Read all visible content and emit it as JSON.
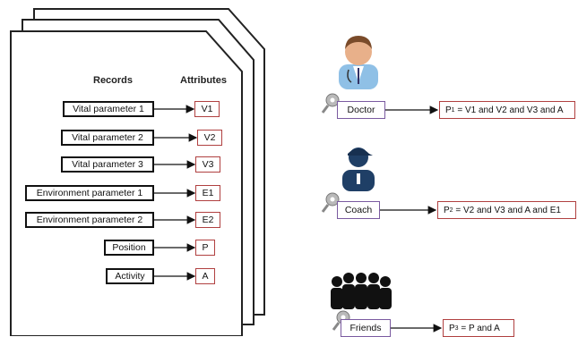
{
  "headers": {
    "records": "Records",
    "attributes": "Attributes"
  },
  "records": [
    {
      "label": "Vital parameter 1",
      "attr": "V1"
    },
    {
      "label": "Vital parameter 2",
      "attr": "V2"
    },
    {
      "label": "Vital parameter 3",
      "attr": "V3"
    },
    {
      "label": "Environment parameter 1",
      "attr": "E1"
    },
    {
      "label": "Environment parameter 2",
      "attr": "E2"
    },
    {
      "label": "Position",
      "attr": "P"
    },
    {
      "label": "Activity",
      "attr": "A"
    }
  ],
  "roles": [
    {
      "name": "Doctor",
      "policy_prefix": "P",
      "policy_sub": "1",
      "policy_rest": " = V1 and V2 and V3 and A",
      "icon": "doctor-icon"
    },
    {
      "name": "Coach",
      "policy_prefix": "P",
      "policy_sub": "2",
      "policy_rest": " = V2 and V3 and A and E1",
      "icon": "coach-icon"
    },
    {
      "name": "Friends",
      "policy_prefix": "P",
      "policy_sub": "3",
      "policy_rest": " = P and A",
      "icon": "friends-icon"
    }
  ],
  "colors": {
    "attr_border": "#b04040",
    "role_border": "#7a5aa0",
    "key": "#9a9a9a"
  }
}
